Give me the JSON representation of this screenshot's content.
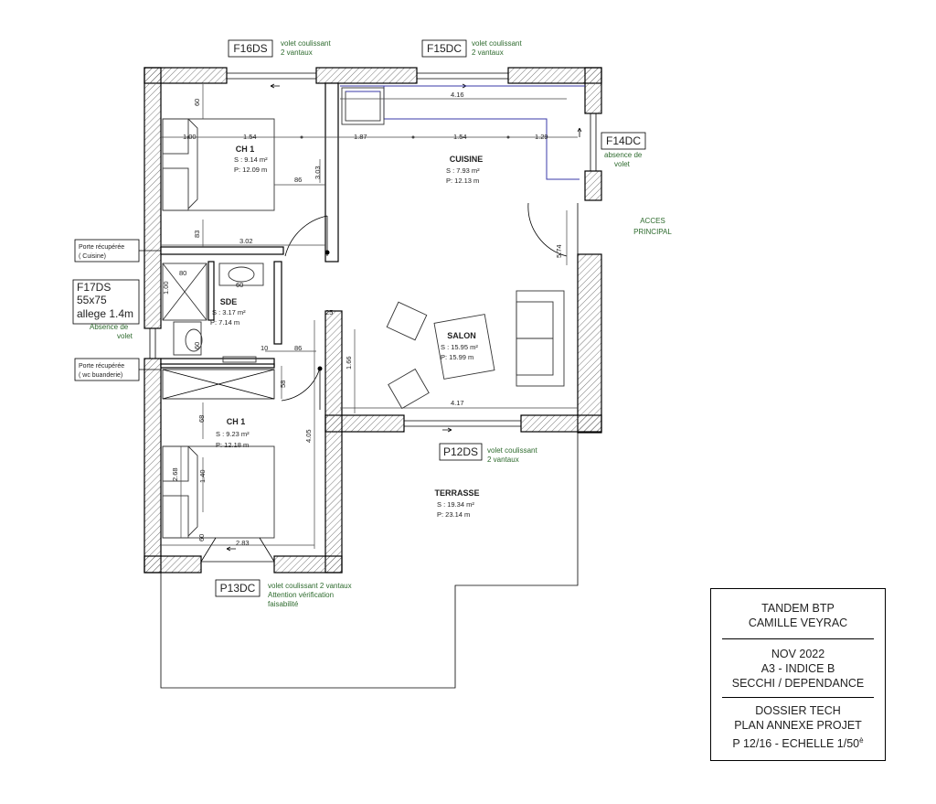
{
  "openings": {
    "f16": {
      "code": "F16DS",
      "note1": "volet coulissant",
      "note2": "2 vantaux"
    },
    "f15": {
      "code": "F15DC",
      "note1": "volet coulissant",
      "note2": "2 vantaux"
    },
    "f14": {
      "code": "F14DC",
      "note1": "absence de",
      "note2": "volet"
    },
    "f17": {
      "code": "F17DS",
      "line2": "55x75",
      "line3": "allege 1.4m",
      "note1": "Absence de",
      "note2": "volet"
    },
    "p12": {
      "code": "P12DS",
      "note1": "volet coulissant",
      "note2": "2 vantaux"
    },
    "p13": {
      "code": "P13DC",
      "note1": "volet coulissant  2 vantaux",
      "note2": "Attention vérification",
      "note3": "faisabilité"
    }
  },
  "doors": {
    "cuisine": {
      "line1": "Porte récupérée",
      "line2": "( Cuisine)"
    },
    "buanderie": {
      "line1": "Porte récupérée",
      "line2": "( wc buanderie)"
    }
  },
  "access": {
    "line1": "ACCES",
    "line2": "PRINCIPAL"
  },
  "rooms": {
    "ch1_top": {
      "name": "CH 1",
      "surface": "S : 9.14 m²",
      "perimeter": "P: 12.09 m"
    },
    "cuisine": {
      "name": "CUISINE",
      "surface": "S : 7.93 m²",
      "perimeter": "P: 12.13 m"
    },
    "sde": {
      "name": "SDE",
      "surface": "S : 3.17 m²",
      "perimeter": "P: 7.14 m"
    },
    "salon": {
      "name": "SALON",
      "surface": "S : 15.95 m²",
      "perimeter": "P: 15.99 m"
    },
    "ch1_bottom": {
      "name": "CH 1",
      "surface": "S : 9.23 m²",
      "perimeter": "P: 12.18 m"
    },
    "terrasse": {
      "name": "TERRASSE",
      "surface": "S : 19.34 m²",
      "perimeter": "P: 23.14 m"
    }
  },
  "dimensions": {
    "d_416": "4.16",
    "d_100": "1.00",
    "d_154a": "1.54",
    "d_187": "1.87",
    "d_154b": "1.54",
    "d_129": "1.29",
    "d_60a": "60",
    "d_86a": "86",
    "d_303": "3.03",
    "d_83": "83",
    "d_302": "3.02",
    "d_574": "5.74",
    "d_80": "80",
    "d_60b": "60",
    "d_100b": "1.00",
    "d_60c": "60",
    "d_25": "25",
    "d_10": "10",
    "d_86b": "86",
    "d_58": "58",
    "d_166": "1.66",
    "d_417": "4.17",
    "d_68": "68",
    "d_140": "1.40",
    "d_268": "2.68",
    "d_60d": "60",
    "d_283": "2.83",
    "d_405": "4.05"
  },
  "cartouche": {
    "company": "TANDEM BTP",
    "client": "CAMILLE VEYRAC",
    "date": "NOV 2022",
    "format": "A3 - INDICE B",
    "project": "SECCHI / DEPENDANCE",
    "dossier": "DOSSIER TECH",
    "plan": "PLAN ANNEXE PROJET",
    "page": "P 12/16 - ECHELLE 1/50",
    "page_sup": "è"
  }
}
